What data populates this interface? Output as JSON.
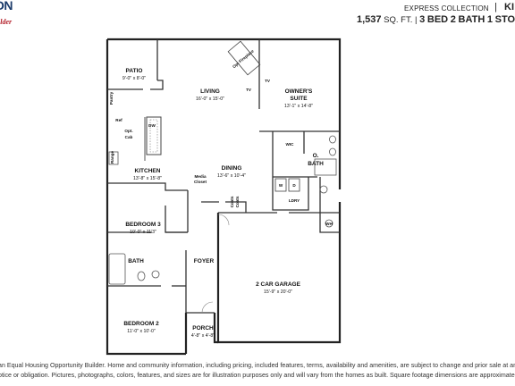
{
  "header": {
    "brand_text": "ON",
    "brand_tagline": "ilder",
    "collection": "EXPRESS COLLECTION",
    "separator": "|",
    "model_partial": "KI",
    "sqft": "1,537",
    "sqft_unit": "SQ. FT.",
    "beds": "3",
    "beds_label": "BED",
    "baths": "2",
    "baths_label": "BATH",
    "stories": "1",
    "stories_label": "STORY"
  },
  "rooms": {
    "patio": {
      "name": "PATIO",
      "dims": "9'-0\" x 8'-0\""
    },
    "living": {
      "name": "LIVING",
      "dims": "16'-0\" x 15'-0\""
    },
    "owners_suite": {
      "name1": "OWNER'S",
      "name2": "SUITE",
      "dims": "13'-1\" x 14'-8\""
    },
    "kitchen": {
      "name": "KITCHEN",
      "dims": "13'-8\" x 15'-8\""
    },
    "dining": {
      "name": "DINING",
      "dims": "13'-6\" x 10'-4\""
    },
    "bedroom3": {
      "name": "BEDROOM 3",
      "dims": "10'-0\" x 11'3\""
    },
    "bath": {
      "name": "BATH"
    },
    "owner_bath": {
      "name1": "O.",
      "name2": "BATH"
    },
    "garage": {
      "name": "2 CAR GARAGE",
      "dims": "15'-9\" x 20'-0\""
    },
    "bedroom2": {
      "name": "BEDROOM 2",
      "dims": "11'-0\" x 10'-0\""
    },
    "porch": {
      "name": "PORCH",
      "dims": "4'-8\" x 4'-8\""
    },
    "foyer": {
      "name": "FOYER"
    }
  },
  "labels": {
    "opt_fireplace": "Opt Fireplace",
    "tv1": "TV",
    "tv2": "TV",
    "wic": "WIC",
    "ldry": "LDRY",
    "w": "W",
    "d": "D",
    "wh": "WH",
    "pantry": "Pantry",
    "ref": "Ref",
    "dw": "DW",
    "opt": "Opt.",
    "cab": "Cab",
    "range": "Range",
    "media1": "Media",
    "media2": "Closet",
    "coats1": "Coats",
    "coats2": "Coats"
  },
  "disclaimer": {
    "line1": "an Equal Housing Opportunity Builder. Home and community information, including pricing, included features, terms, availability and amenities, are subject to change and prior sale at any",
    "line2": "otice or obligation. Pictures, photographs, colors, features, and sizes are for illustration purposes only and will vary from the homes as built. Square footage dimensions are approximate."
  }
}
